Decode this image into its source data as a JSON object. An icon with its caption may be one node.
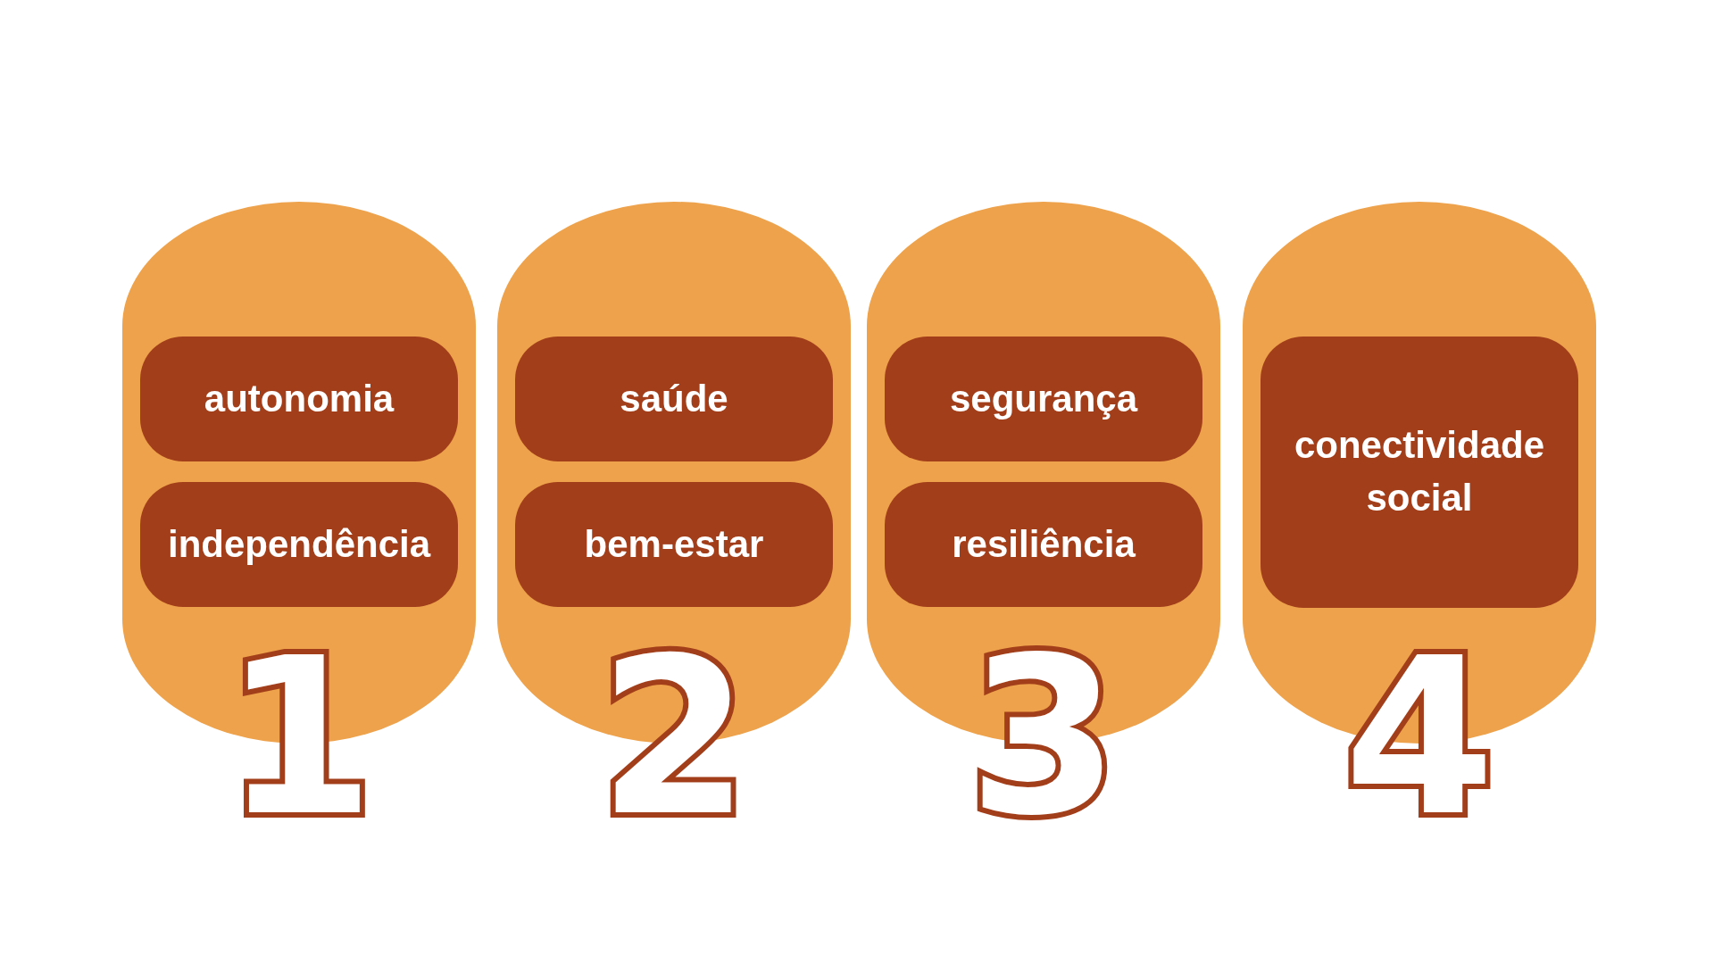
{
  "diagram": {
    "nodes": [
      {
        "text": [
          "1"
        ]
      },
      {
        "text": [
          "autonomia"
        ],
        "in": 0
      },
      {
        "text": [
          "independência"
        ],
        "in": 0
      },
      {
        "text": [
          "2"
        ]
      },
      {
        "text": [
          "saúde"
        ],
        "in": 3
      },
      {
        "text": [
          "bem-estar"
        ],
        "in": 3
      },
      {
        "text": [
          "3"
        ]
      },
      {
        "text": [
          "segurança"
        ],
        "in": 6
      },
      {
        "text": [
          "resiliência"
        ],
        "in": 6
      },
      {
        "text": [
          "4"
        ]
      },
      {
        "text": [
          "conectividade social"
        ],
        "in": 9
      }
    ]
  }
}
